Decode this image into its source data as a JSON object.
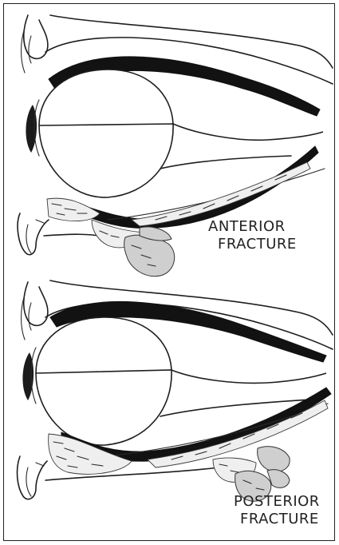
{
  "figure": {
    "panels": [
      {
        "id": "top",
        "label_line1": "ANTERIOR",
        "label_line2": "FRACTURE"
      },
      {
        "id": "bottom",
        "label_line1": "POSTERIOR",
        "label_line2": "FRACTURE"
      }
    ]
  }
}
